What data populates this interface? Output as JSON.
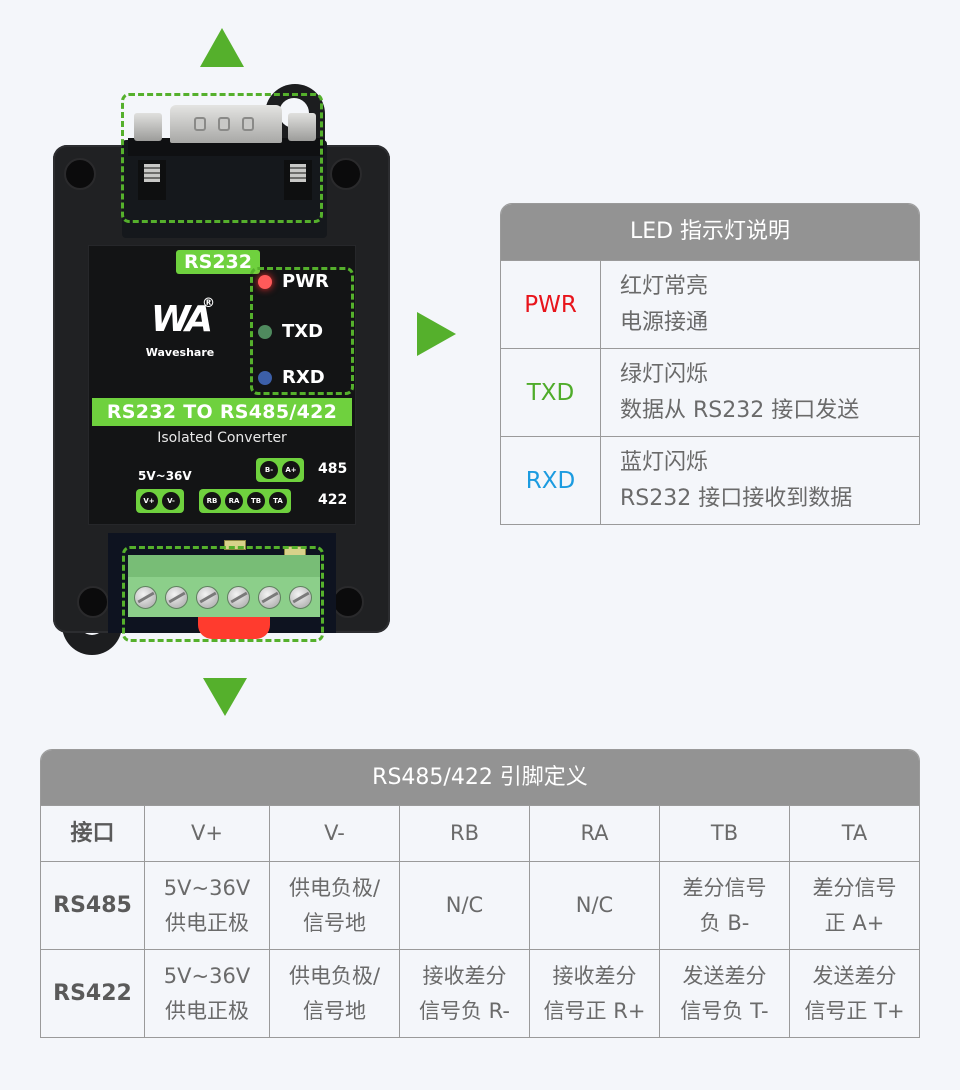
{
  "device": {
    "label_port": "RS232",
    "title": "RS232 TO RS485/422",
    "subtitle": "Isolated Converter",
    "brand": "Waveshare",
    "brand_mark": "WA",
    "brand_reg": "®",
    "leds": [
      {
        "label": "PWR",
        "color": "#ff4a4a"
      },
      {
        "label": "TXD",
        "color": "#4f8a5e"
      },
      {
        "label": "RXD",
        "color": "#3c5fa8"
      }
    ],
    "power_label": "5V~36V",
    "power_pins": [
      "V+",
      "V-"
    ],
    "rs485_pins": [
      "B-",
      "A+"
    ],
    "rs485_label": "485",
    "rs422_pins": [
      "RB",
      "RA",
      "TB",
      "TA"
    ],
    "rs422_label": "422",
    "accent_color": "#55b02c"
  },
  "led_table": {
    "title": "LED 指示灯说明",
    "rows": [
      {
        "name": "PWR",
        "color": "#e8141b",
        "line1": "红灯常亮",
        "line2": "电源接通"
      },
      {
        "name": "TXD",
        "color": "#4fac2a",
        "line1": "绿灯闪烁",
        "line2": "数据从 RS232 接口发送"
      },
      {
        "name": "RXD",
        "color": "#1b9be0",
        "line1": "蓝灯闪烁",
        "line2": "RS232 接口接收到数据"
      }
    ]
  },
  "pin_table": {
    "title": "RS485/422 引脚定义",
    "headers": [
      "接口",
      "V+",
      "V-",
      "RB",
      "RA",
      "TB",
      "TA"
    ],
    "rows": [
      {
        "name": "RS485",
        "cells": [
          [
            "5V~36V",
            "供电正极"
          ],
          [
            "供电负极/",
            "信号地"
          ],
          [
            "N/C"
          ],
          [
            "N/C"
          ],
          [
            "差分信号",
            "负 B-"
          ],
          [
            "差分信号",
            "正 A+"
          ]
        ]
      },
      {
        "name": "RS422",
        "cells": [
          [
            "5V~36V",
            "供电正极"
          ],
          [
            "供电负极/",
            "信号地"
          ],
          [
            "接收差分",
            "信号负 R-"
          ],
          [
            "接收差分",
            "信号正 R+"
          ],
          [
            "发送差分",
            "信号负 T-"
          ],
          [
            "发送差分",
            "信号正 T+"
          ]
        ]
      }
    ]
  }
}
